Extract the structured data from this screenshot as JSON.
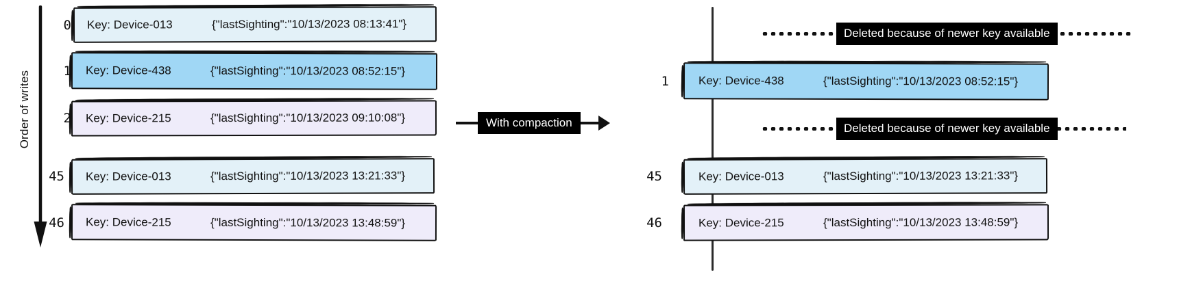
{
  "left_panel": {
    "axis_label": "Order of writes",
    "axis_arrow_icon": "down-arrow-icon",
    "rows": [
      {
        "index": "0",
        "key": "Key: Device-013",
        "value": "{\"lastSighting\":\"10/13/2023 08:13:41\"}",
        "color": "#e3f1f8"
      },
      {
        "index": "1",
        "key": "Key: Device-438",
        "value": "{\"lastSighting\":\"10/13/2023 08:52:15\"}",
        "color": "#a0d7f5"
      },
      {
        "index": "2",
        "key": "Key: Device-215",
        "value": "{\"lastSighting\":\"10/13/2023 09:10:08\"}",
        "color": "#efecfa"
      },
      {
        "index": "45",
        "key": "Key: Device-013",
        "value": "{\"lastSighting\":\"10/13/2023 13:21:33\"}",
        "color": "#e3f1f8"
      },
      {
        "index": "46",
        "key": "Key: Device-215",
        "value": "{\"lastSighting\":\"10/13/2023 13:48:59\"}",
        "color": "#efecfa"
      }
    ]
  },
  "transform": {
    "label": "With compaction",
    "arrow_icon": "right-arrow-icon"
  },
  "right_panel": {
    "deleted_label": "Deleted because of newer key available",
    "rows": [
      {
        "kind": "deleted",
        "text": "Deleted because of newer key available"
      },
      {
        "kind": "record",
        "index": "1",
        "key": "Key: Device-438",
        "value": "{\"lastSighting\":\"10/13/2023 08:52:15\"}",
        "color": "#a0d7f5"
      },
      {
        "kind": "deleted",
        "text": "Deleted because of newer key available"
      },
      {
        "kind": "record",
        "index": "45",
        "key": "Key: Device-013",
        "value": "{\"lastSighting\":\"10/13/2023 13:21:33\"}",
        "color": "#e3f1f8"
      },
      {
        "kind": "record",
        "index": "46",
        "key": "Key: Device-215",
        "value": "{\"lastSighting\":\"10/13/2023 13:48:59\"}",
        "color": "#efecfa"
      }
    ]
  },
  "palette": {
    "light_blue": "#e3f1f8",
    "blue": "#a0d7f5",
    "lavender": "#efecfa",
    "ink": "#111111",
    "chip_bg": "#000000",
    "chip_fg": "#ffffff",
    "background": "#ffffff"
  }
}
